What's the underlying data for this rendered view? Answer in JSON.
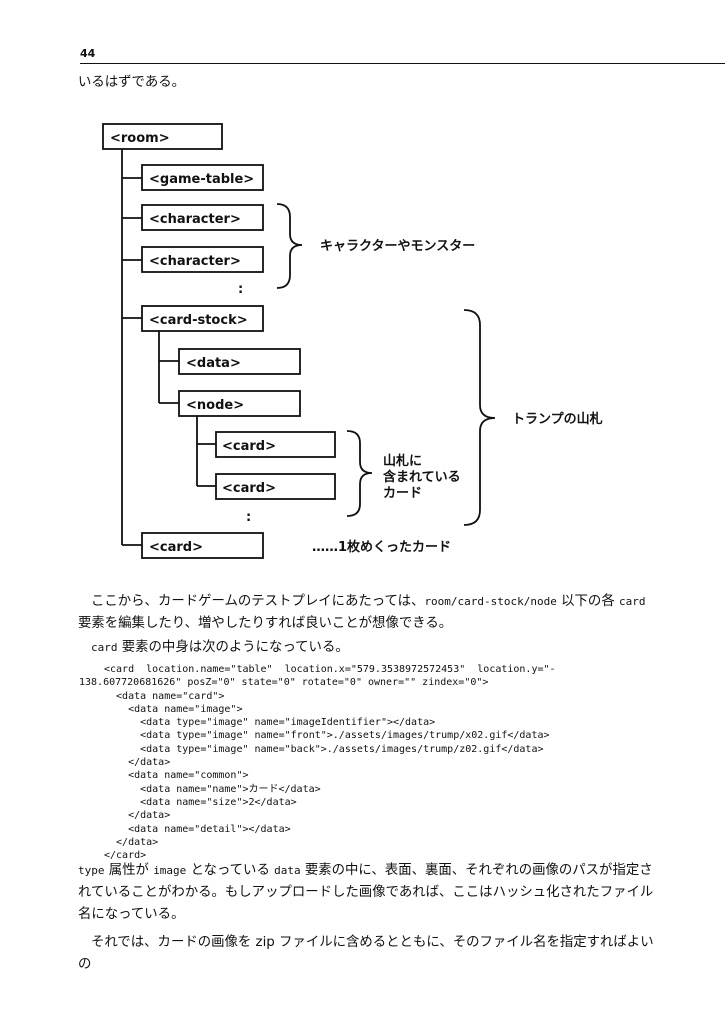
{
  "header": {
    "page_number": "44"
  },
  "lead_sentence": "いるはずである。",
  "diagram": {
    "nodes": {
      "room": "<room>",
      "game_table": "<game-table>",
      "character_1": "<character>",
      "character_2": "<character>",
      "card_stock": "<card-stock>",
      "data": "<data>",
      "node": "<node>",
      "card_1": "<card>",
      "card_2": "<card>",
      "card_3": "<card>"
    },
    "ellipses": {
      "after_characters": ":",
      "after_cards": ":"
    },
    "labels": {
      "characters": "キャラクターやモンスター",
      "deck": "トランプの山札",
      "in_deck_line1": "山札に",
      "in_deck_line2": "含まれている",
      "in_deck_line3": "カード",
      "turned_card": "……1枚めくったカード"
    }
  },
  "paragraph1": {
    "part1": "ここから、カードゲームのテストプレイにあたっては、",
    "code1": "room/card-stock/node",
    "part2": " 以下の各 ",
    "code2": "card",
    "part3": " 要素を編集したり、増やしたりすれば良いことが想像できる。"
  },
  "paragraph2": {
    "code1": "card",
    "part1": " 要素の中身は次のようになっている。"
  },
  "code_lines": [
    "<card  location.name=\"table\"  location.x=\"579.3538972572453\"  location.y=\"-",
    "138.607720681626\" posZ=\"0\" state=\"0\" rotate=\"0\" owner=\"\" zindex=\"0\">",
    "  <data name=\"card\">",
    "    <data name=\"image\">",
    "      <data type=\"image\" name=\"imageIdentifier\"></data>",
    "      <data type=\"image\" name=\"front\">./assets/images/trump/x02.gif</data>",
    "      <data type=\"image\" name=\"back\">./assets/images/trump/z02.gif</data>",
    "    </data>",
    "    <data name=\"common\">",
    "      <data name=\"name\">カード</data>",
    "      <data name=\"size\">2</data>",
    "    </data>",
    "    <data name=\"detail\"></data>",
    "  </data>",
    "</card>"
  ],
  "paragraph3": {
    "code1": "type",
    "part1": " 属性が ",
    "code2": "image",
    "part2": " となっている ",
    "code3": "data",
    "part3": " 要素の中に、表面、裏面、それぞれの画像のパスが指定されていることがわかる。もしアップロードした画像であれば、ここはハッシュ化されたファイル名になっている。"
  },
  "paragraph4": {
    "text": "それでは、カードの画像を zip ファイルに含めるとともに、そのファイル名を指定すればよいの"
  }
}
